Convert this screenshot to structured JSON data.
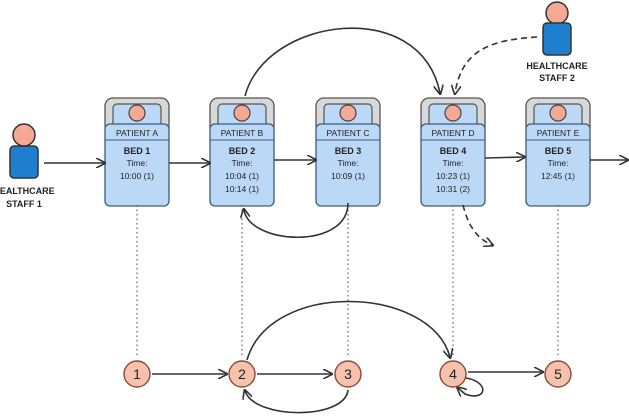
{
  "staff": [
    {
      "line1": "HEALTHCARE",
      "line2": "STAFF 1"
    },
    {
      "line1": "HEALTHCARE",
      "line2": "STAFF 2"
    }
  ],
  "beds": [
    {
      "patient": "PATIENT A",
      "bed": "BED 1",
      "time_label": "Time:",
      "times": [
        "10:00 (1)"
      ]
    },
    {
      "patient": "PATIENT B",
      "bed": "BED 2",
      "time_label": "Time:",
      "times": [
        "10:04 (1)",
        "10:14 (1)"
      ]
    },
    {
      "patient": "PATIENT C",
      "bed": "BED 3",
      "time_label": "Time:",
      "times": [
        "10:09 (1)"
      ]
    },
    {
      "patient": "PATIENT D",
      "bed": "BED 4",
      "time_label": "Time:",
      "times": [
        "10:23 (1)",
        "10:31 (2)"
      ]
    },
    {
      "patient": "PATIENT E",
      "bed": "BED 5",
      "time_label": "Time:",
      "times": [
        "12:45 (1)"
      ]
    }
  ],
  "nodes": [
    "1",
    "2",
    "3",
    "4",
    "5"
  ],
  "colors": {
    "bed_fill": "#bcd8f7",
    "bed_stroke": "#3a5a80",
    "node_fill": "#f7c2ad",
    "node_stroke": "#8a4a3a",
    "skin": "#f3a996",
    "staff_body": "#1f7fcf",
    "arrow": "#333333"
  }
}
